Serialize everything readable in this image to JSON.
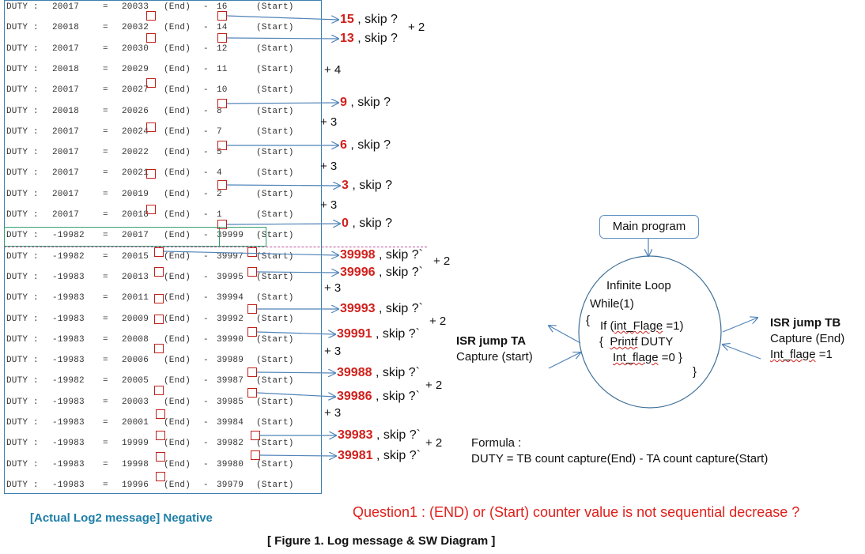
{
  "log": {
    "rows": [
      {
        "duty": "DUTY :",
        "value": "20017",
        "eq": "=",
        "end": "20033",
        "end_label": "(End)",
        "minus": "-",
        "start": "16",
        "start_label": "(Start)"
      },
      {
        "duty": "DUTY :",
        "value": "20018",
        "eq": "=",
        "end": "20032",
        "end_label": "(End)",
        "minus": "-",
        "start": "14",
        "start_label": "(Start)"
      },
      {
        "duty": "DUTY :",
        "value": "20017",
        "eq": "=",
        "end": "20030",
        "end_label": "(End)",
        "minus": "-",
        "start": "12",
        "start_label": "(Start)"
      },
      {
        "duty": "DUTY :",
        "value": "20018",
        "eq": "=",
        "end": "20029",
        "end_label": "(End)",
        "minus": "-",
        "start": "11",
        "start_label": "(Start)"
      },
      {
        "duty": "DUTY :",
        "value": "20017",
        "eq": "=",
        "end": "20027",
        "end_label": "(End)",
        "minus": "-",
        "start": "10",
        "start_label": "(Start)"
      },
      {
        "duty": "DUTY :",
        "value": "20018",
        "eq": "=",
        "end": "20026",
        "end_label": "(End)",
        "minus": "-",
        "start": "8",
        "start_label": "(Start)"
      },
      {
        "duty": "DUTY :",
        "value": "20017",
        "eq": "=",
        "end": "20024",
        "end_label": "(End)",
        "minus": "-",
        "start": "7",
        "start_label": "(Start)"
      },
      {
        "duty": "DUTY :",
        "value": "20017",
        "eq": "=",
        "end": "20022",
        "end_label": "(End)",
        "minus": "-",
        "start": "5",
        "start_label": "(Start)"
      },
      {
        "duty": "DUTY :",
        "value": "20017",
        "eq": "=",
        "end": "20021",
        "end_label": "(End)",
        "minus": "-",
        "start": "4",
        "start_label": "(Start)"
      },
      {
        "duty": "DUTY :",
        "value": "20017",
        "eq": "=",
        "end": "20019",
        "end_label": "(End)",
        "minus": "-",
        "start": "2",
        "start_label": "(Start)"
      },
      {
        "duty": "DUTY :",
        "value": "20017",
        "eq": "=",
        "end": "20018",
        "end_label": "(End)",
        "minus": "-",
        "start": "1",
        "start_label": "(Start)"
      },
      {
        "duty": "DUTY :",
        "value": "-19982",
        "eq": "=",
        "end": "20017",
        "end_label": "(End)",
        "minus": "-",
        "start": "39999",
        "start_label": "(Start)"
      },
      {
        "duty": "DUTY :",
        "value": "-19982",
        "eq": "=",
        "end": "20015",
        "end_label": "(End)",
        "minus": "-",
        "start": "39997",
        "start_label": "(Start)"
      },
      {
        "duty": "DUTY :",
        "value": "-19983",
        "eq": "=",
        "end": "20013",
        "end_label": "(End)",
        "minus": "-",
        "start": "39995",
        "start_label": "(Start)"
      },
      {
        "duty": "DUTY :",
        "value": "-19983",
        "eq": "=",
        "end": "20011",
        "end_label": "(End)",
        "minus": "-",
        "start": "39994",
        "start_label": "(Start)"
      },
      {
        "duty": "DUTY :",
        "value": "-19983",
        "eq": "=",
        "end": "20009",
        "end_label": "(End)",
        "minus": "-",
        "start": "39992",
        "start_label": "(Start)"
      },
      {
        "duty": "DUTY :",
        "value": "-19983",
        "eq": "=",
        "end": "20008",
        "end_label": "(End)",
        "minus": "-",
        "start": "39990",
        "start_label": "(Start)"
      },
      {
        "duty": "DUTY :",
        "value": "-19983",
        "eq": "=",
        "end": "20006",
        "end_label": "(End)",
        "minus": "-",
        "start": "39989",
        "start_label": "(Start)"
      },
      {
        "duty": "DUTY :",
        "value": "-19982",
        "eq": "=",
        "end": "20005",
        "end_label": "(End)",
        "minus": "-",
        "start": "39987",
        "start_label": "(Start)"
      },
      {
        "duty": "DUTY :",
        "value": "-19983",
        "eq": "=",
        "end": "20003",
        "end_label": "(End)",
        "minus": "-",
        "start": "39985",
        "start_label": "(Start)"
      },
      {
        "duty": "DUTY :",
        "value": "-19983",
        "eq": "=",
        "end": "20001",
        "end_label": "(End)",
        "minus": "-",
        "start": "39984",
        "start_label": "(Start)"
      },
      {
        "duty": "DUTY :",
        "value": "-19983",
        "eq": "=",
        "end": "19999",
        "end_label": "(End)",
        "minus": "-",
        "start": "39982",
        "start_label": "(Start)"
      },
      {
        "duty": "DUTY :",
        "value": "-19983",
        "eq": "=",
        "end": "19998",
        "end_label": "(End)",
        "minus": "-",
        "start": "39980",
        "start_label": "(Start)"
      },
      {
        "duty": "DUTY :",
        "value": "-19983",
        "eq": "=",
        "end": "19996",
        "end_label": "(End)",
        "minus": "-",
        "start": "39979",
        "start_label": "(Start)"
      }
    ]
  },
  "annotations": [
    {
      "num": "15",
      "text": ", skip ?"
    },
    {
      "num": "13",
      "text": ", skip ?"
    },
    {
      "num": "9",
      "text": ", skip ?"
    },
    {
      "num": "6",
      "text": ", skip ?"
    },
    {
      "num": "3",
      "text": ", skip ?"
    },
    {
      "num": "0",
      "text": ", skip ?"
    },
    {
      "num": "39998",
      "text": ", skip ?`"
    },
    {
      "num": "39996",
      "text": ", skip ?`"
    },
    {
      "num": "39993",
      "text": ", skip ?`"
    },
    {
      "num": "39991",
      "text": ", skip ?`"
    },
    {
      "num": "39988",
      "text": ", skip ?`"
    },
    {
      "num": "39986",
      "text": ", skip ?`"
    },
    {
      "num": "39983",
      "text": ", skip ?`"
    },
    {
      "num": "39981",
      "text": ", skip ?`"
    }
  ],
  "increments": [
    "+ 2",
    "+ 4",
    "+ 3",
    "+ 3",
    "+ 3",
    "+ 2",
    "+ 3",
    "+ 2",
    "+ 3",
    "+ 2",
    "+ 3",
    "+ 2"
  ],
  "diagram": {
    "main_program": "Main program",
    "loop_title": "Infinite  Loop",
    "while_line": "While(1)",
    "brace_open": "{",
    "if_prefix": "If (",
    "if_var": "int_Flage",
    "if_suffix": " =1)",
    "inner_brace": "{",
    "printf_word": "Printf",
    "printf_rest": " DUTY",
    "clear_var": "Int_flage",
    "clear_rest": " =0 }",
    "brace_close": "}",
    "isr_ta_title": "ISR jump TA",
    "isr_ta_sub": "Capture (start)",
    "isr_tb_title": "ISR jump TB",
    "isr_tb_sub1": "Capture (End)",
    "isr_tb_flag_var": "Int_flage",
    "isr_tb_flag_rest": " =1"
  },
  "formula": {
    "label": "Formula :",
    "expr": "DUTY =   TB count capture(End) - TA count capture(Start)"
  },
  "question": "Question1 : (END) or (Start) counter value is not sequential decrease ?",
  "caption_log": "[Actual Log2 message]   Negative",
  "caption_fig": "[ Figure 1. Log message & SW Diagram  ]",
  "colors": {
    "accent_red": "#d0201c",
    "box_blue": "#3f7fb0",
    "caption_blue": "#1f7fa8",
    "green": "#35a06d"
  }
}
